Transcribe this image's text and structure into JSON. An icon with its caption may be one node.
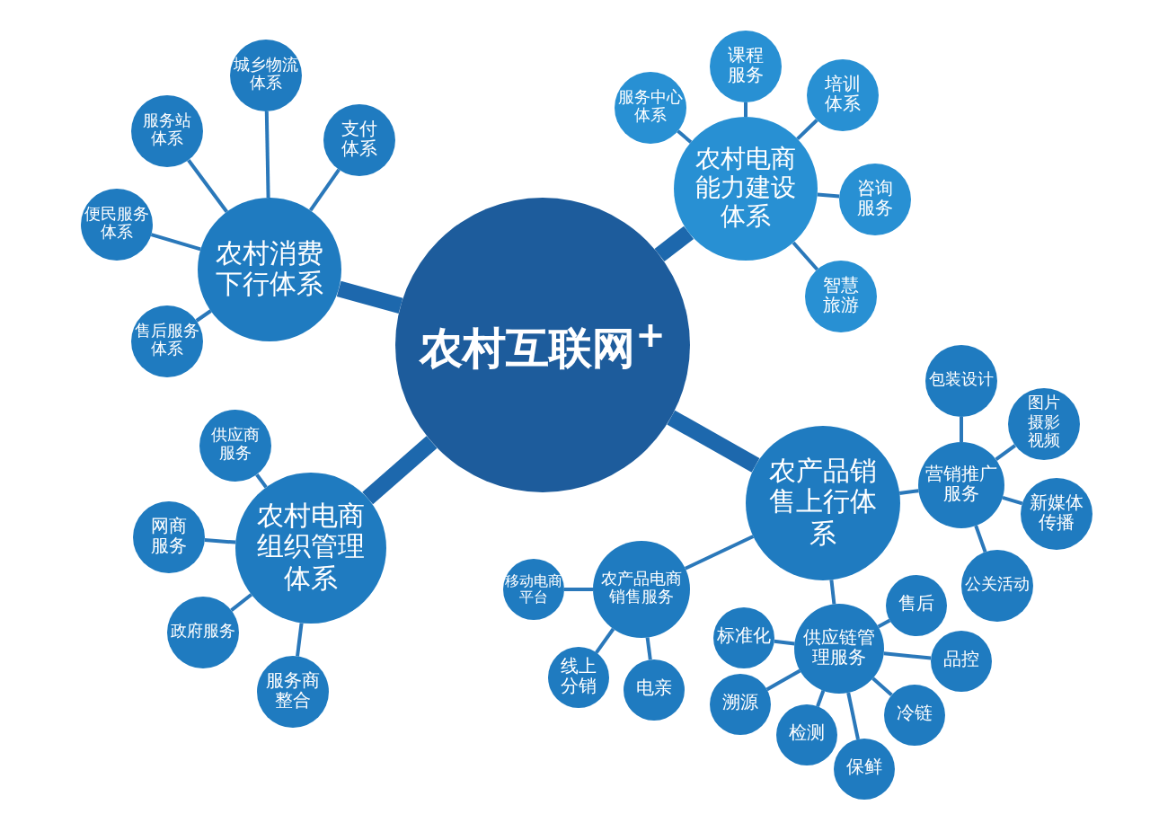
{
  "diagram": {
    "nodes": [
      {
        "text": [
          "农村**互联网**$^{+}$"
        ]
      },
      {
        "text": [
          "农村消费下行体系"
        ]
      },
      {
        "text": [
          "城乡物流体系"
        ]
      },
      {
        "text": [
          "支付体系"
        ]
      },
      {
        "text": [
          "服务站体系"
        ]
      },
      {
        "text": [
          "便民服务体系"
        ]
      },
      {
        "text": [
          "售后服务体系"
        ]
      },
      {
        "text": [
          "农村电商能力建设体系"
        ]
      },
      {
        "text": [
          "服务中心体系"
        ]
      },
      {
        "text": [
          "课程服务"
        ]
      },
      {
        "text": [
          "培训体系"
        ]
      },
      {
        "text": [
          "咨询服务"
        ]
      },
      {
        "text": [
          "智慧旅游"
        ]
      },
      {
        "text": [
          "农村电商组织管理体系"
        ]
      },
      {
        "text": [
          "供应商服务"
        ]
      },
      {
        "text": [
          "网商服务"
        ]
      },
      {
        "text": [
          "政府服务"
        ]
      },
      {
        "text": [
          "服务商整合"
        ]
      },
      {
        "text": [
          "农产品销售上行体系"
        ]
      },
      {
        "text": [
          "营销推广服务"
        ]
      },
      {
        "text": [
          "包装设计"
        ]
      },
      {
        "text": [
          "图片摄影视频"
        ]
      },
      {
        "text": [
          "新媒体传播"
        ]
      },
      {
        "text": [
          "公关活动"
        ]
      },
      {
        "text": [
          "农产品电商销售服务"
        ]
      },
      {
        "text": [
          "移动电商平台"
        ]
      },
      {
        "text": [
          "线上分销"
        ]
      },
      {
        "text": [
          "电亲"
        ]
      },
      {
        "text": [
          "供应链管理服务"
        ]
      },
      {
        "text": [
          "售后"
        ]
      },
      {
        "text": [
          "品控"
        ]
      },
      {
        "text": [
          "冷链"
        ]
      },
      {
        "text": [
          "保鲜"
        ]
      },
      {
        "text": [
          "检测"
        ]
      },
      {
        "text": [
          "溯源"
        ]
      },
      {
        "text": [
          "标准化"
        ]
      }
    ],
    "edges": [
      {
        "from": 0,
        "to": 1,
        "arrow": "none",
        "style": "thick"
      },
      {
        "from": 0,
        "to": 7,
        "arrow": "none",
        "style": "thick"
      },
      {
        "from": 0,
        "to": 13,
        "arrow": "none",
        "style": "thick"
      },
      {
        "from": 0,
        "to": 18,
        "arrow": "none",
        "style": "thick"
      },
      {
        "from": 1,
        "to": 2,
        "arrow": "none"
      },
      {
        "from": 1,
        "to": 3,
        "arrow": "none"
      },
      {
        "from": 1,
        "to": 4,
        "arrow": "none"
      },
      {
        "from": 1,
        "to": 5,
        "arrow": "none"
      },
      {
        "from": 1,
        "to": 6,
        "arrow": "none"
      },
      {
        "from": 7,
        "to": 8,
        "arrow": "none"
      },
      {
        "from": 7,
        "to": 9,
        "arrow": "none"
      },
      {
        "from": 7,
        "to": 10,
        "arrow": "none"
      },
      {
        "from": 7,
        "to": 11,
        "arrow": "none"
      },
      {
        "from": 7,
        "to": 12,
        "arrow": "none"
      },
      {
        "from": 13,
        "to": 14,
        "arrow": "none"
      },
      {
        "from": 13,
        "to": 15,
        "arrow": "none"
      },
      {
        "from": 13,
        "to": 16,
        "arrow": "none"
      },
      {
        "from": 13,
        "to": 17,
        "arrow": "none"
      },
      {
        "from": 18,
        "to": 19,
        "arrow": "none"
      },
      {
        "from": 18,
        "to": 24,
        "arrow": "none"
      },
      {
        "from": 18,
        "to": 28,
        "arrow": "none"
      },
      {
        "from": 19,
        "to": 20,
        "arrow": "none"
      },
      {
        "from": 19,
        "to": 21,
        "arrow": "none"
      },
      {
        "from": 19,
        "to": 22,
        "arrow": "none"
      },
      {
        "from": 19,
        "to": 23,
        "arrow": "none"
      },
      {
        "from": 24,
        "to": 25,
        "arrow": "none"
      },
      {
        "from": 24,
        "to": 26,
        "arrow": "none"
      },
      {
        "from": 24,
        "to": 27,
        "arrow": "none"
      },
      {
        "from": 28,
        "to": 29,
        "arrow": "none"
      },
      {
        "from": 28,
        "to": 30,
        "arrow": "none"
      },
      {
        "from": 28,
        "to": 31,
        "arrow": "none"
      },
      {
        "from": 28,
        "to": 32,
        "arrow": "none"
      },
      {
        "from": 28,
        "to": 33,
        "arrow": "none"
      },
      {
        "from": 28,
        "to": 34,
        "arrow": "none"
      },
      {
        "from": 28,
        "to": 35,
        "arrow": "none"
      }
    ]
  }
}
